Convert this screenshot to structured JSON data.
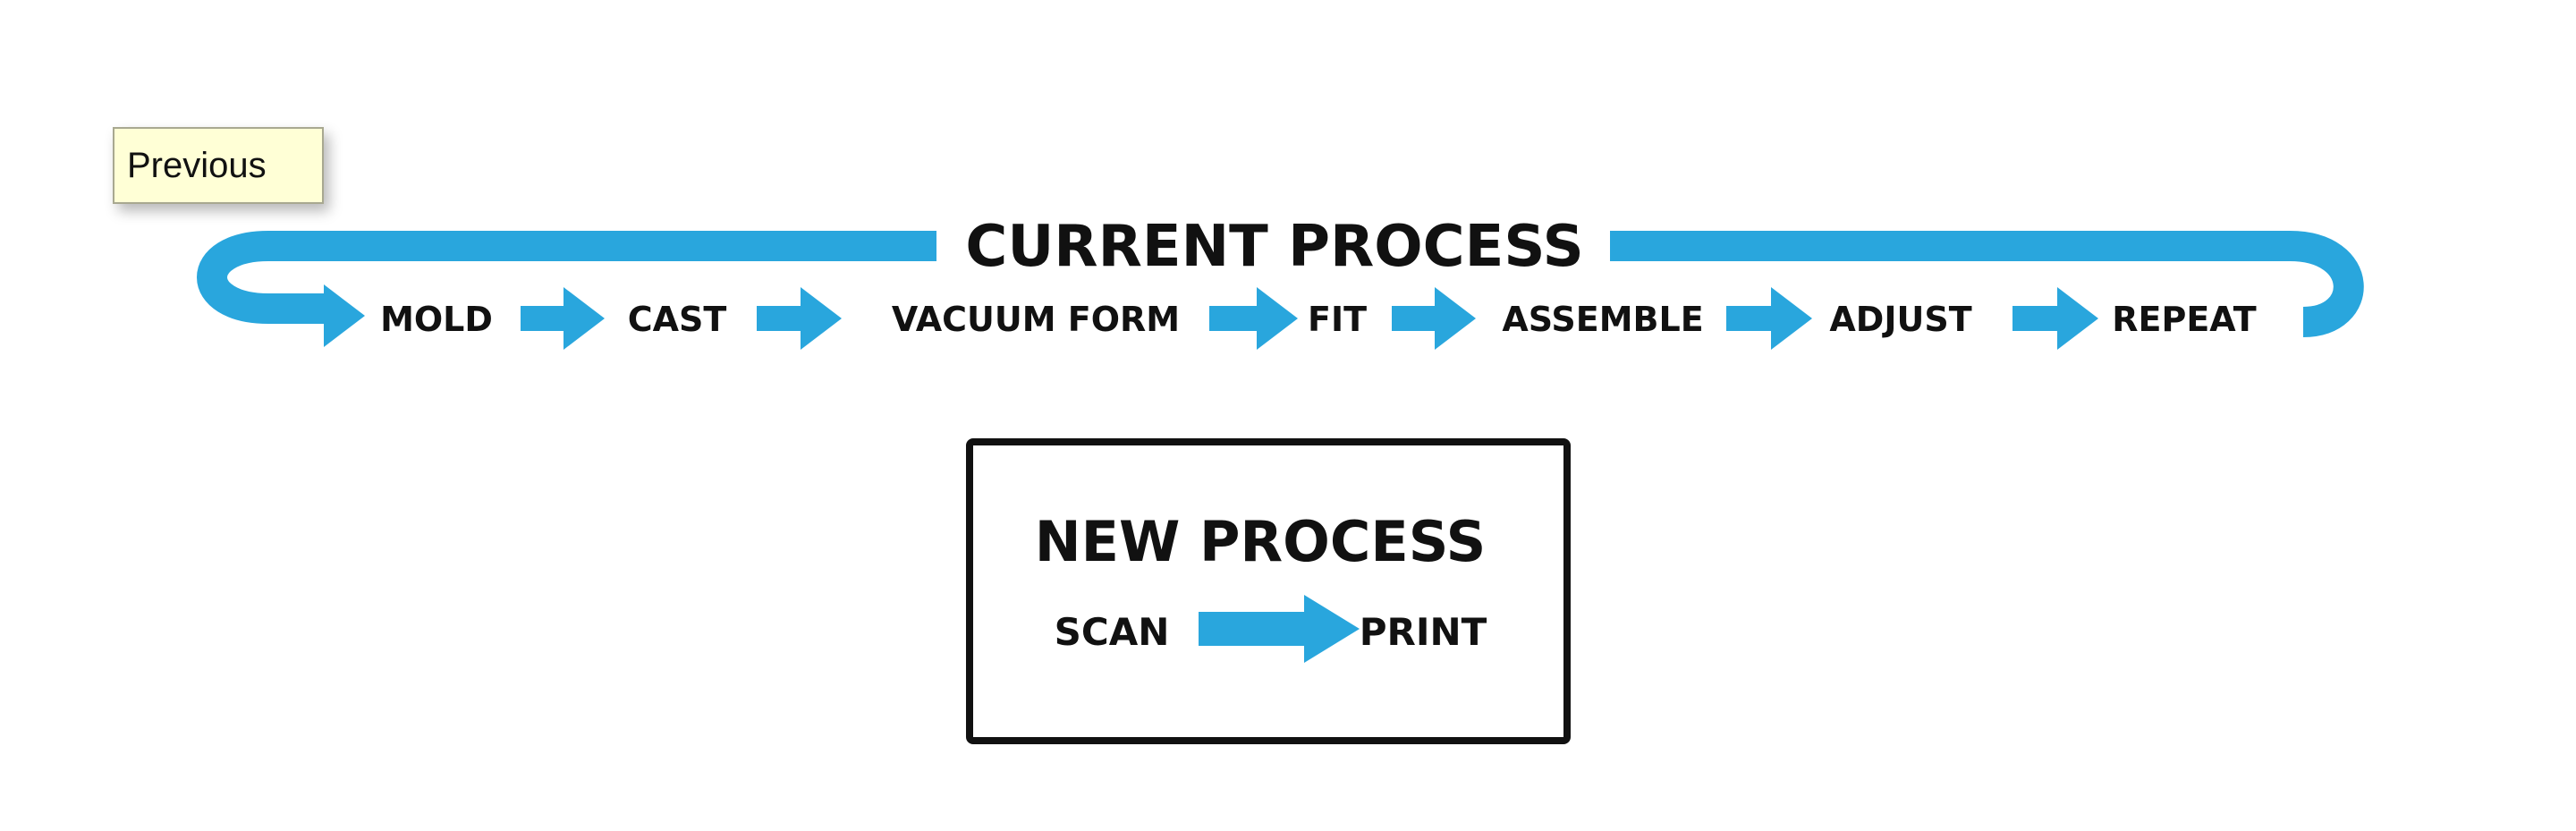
{
  "tooltip": {
    "text": "Previous"
  },
  "current_process": {
    "title": "CURRENT PROCESS",
    "steps": [
      "MOLD",
      "CAST",
      "VACUUM FORM",
      "FIT",
      "ASSEMBLE",
      "ADJUST",
      "REPEAT"
    ]
  },
  "new_process": {
    "title": "NEW PROCESS",
    "steps": [
      "SCAN",
      "PRINT"
    ]
  },
  "colors": {
    "flow_blue": "#29a6dd",
    "text": "#111111",
    "box_border": "#111111",
    "tooltip_bg": "#ffffd6"
  }
}
